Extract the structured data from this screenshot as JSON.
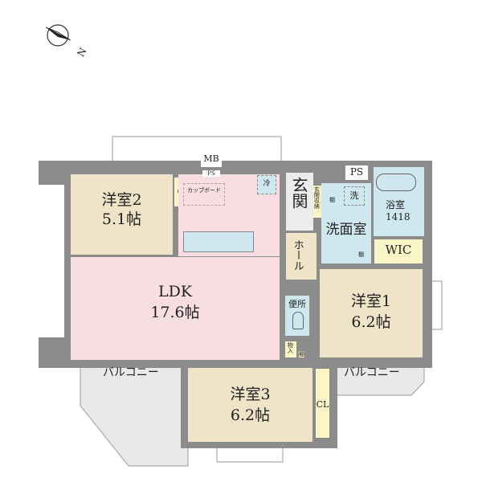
{
  "compass": {
    "label": "N"
  },
  "colors": {
    "ldk": "#f8dde3",
    "room": "#efe3c8",
    "wet": "#cfe8ef",
    "closet": "#fbf4c6",
    "balcony": "#e9e9e9",
    "wall": "#8c8c8c"
  },
  "rooms": {
    "western2": {
      "name": "洋室2",
      "size": "5.1帖"
    },
    "ldk": {
      "name": "LDK",
      "size": "17.6帖"
    },
    "western1": {
      "name": "洋室1",
      "size": "6.2帖"
    },
    "western3": {
      "name": "洋室3",
      "size": "6.2帖"
    },
    "entrance": "玄関",
    "entrance_storage": "玄関収納",
    "hall": "ホール",
    "washroom": "洗面室",
    "bath": {
      "name": "浴室",
      "size": "1418"
    },
    "wic": "WIC",
    "toilet": "便所",
    "storage": "物入",
    "shelf": "棚",
    "cl": "CL",
    "mb": "MB",
    "ps": "PS",
    "cupboard": "カップボード",
    "fridge": "冷",
    "washer": "洗",
    "balcony": "バルコニー"
  }
}
